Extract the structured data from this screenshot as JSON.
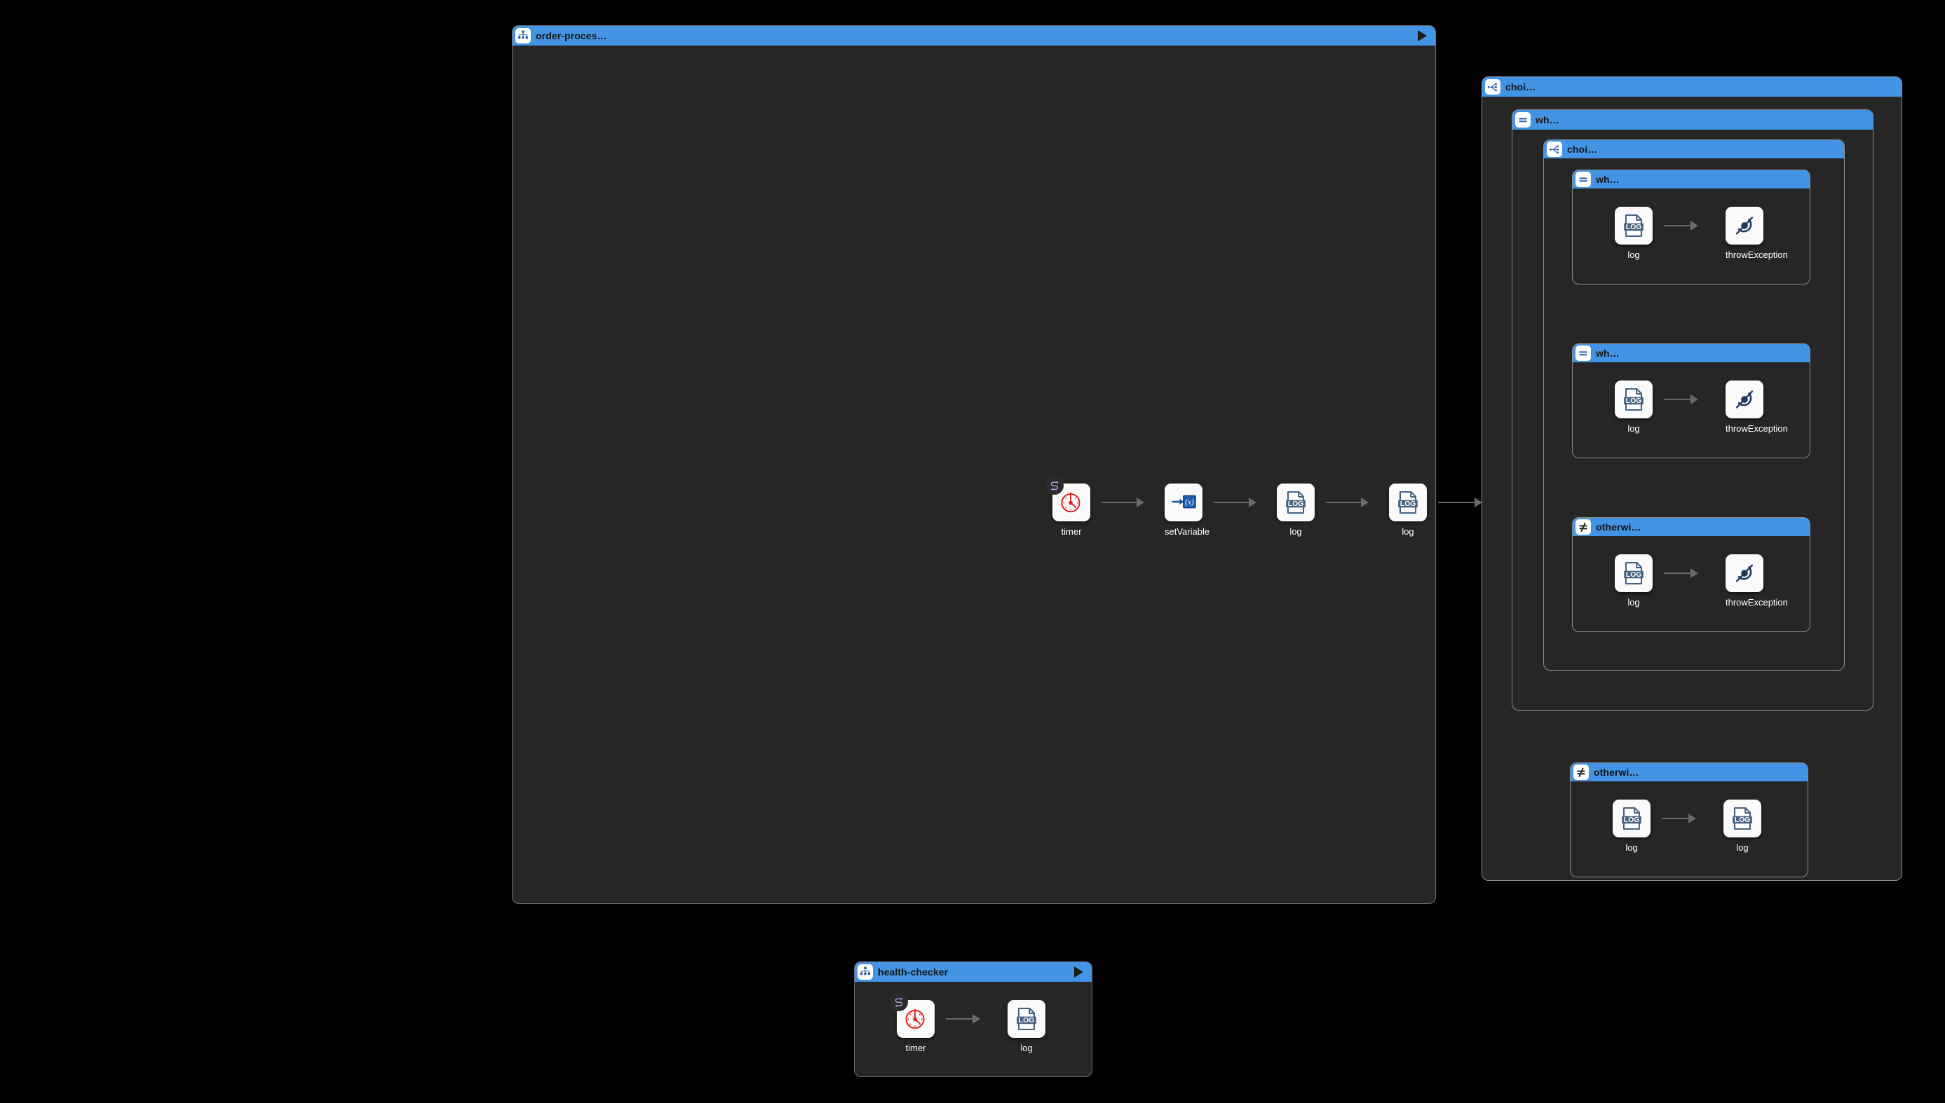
{
  "canvas": {
    "background": "#000000",
    "accent": "#4394e4",
    "node_surface": "#fafafa",
    "panel_surface": "#262626",
    "panel_border": "#8c8c8c",
    "connector": "#6a6a6a",
    "label_color": "#ffffff"
  },
  "routes": [
    {
      "id": "order-processing",
      "title": "order-proces…",
      "icon": "route-icon",
      "run_button": "play-icon",
      "steps": [
        {
          "id": "timer",
          "label": "timer",
          "icon": "timer-icon",
          "badge": "route-badge-icon"
        },
        {
          "id": "setvariable",
          "label": "setVariable",
          "icon": "set-variable-icon"
        },
        {
          "id": "log1",
          "label": "log",
          "icon": "log-icon"
        },
        {
          "id": "log2",
          "label": "log",
          "icon": "log-icon"
        }
      ],
      "choice": {
        "id": "choice-outer",
        "title": "choi…",
        "icon": "choice-icon",
        "branches": [
          {
            "id": "when-outer",
            "title": "wh…",
            "icon": "when-icon",
            "choice": {
              "id": "choice-inner",
              "title": "choi…",
              "icon": "choice-icon",
              "branches": [
                {
                  "id": "when-inner-1",
                  "title": "wh…",
                  "icon": "when-icon",
                  "steps": [
                    {
                      "id": "log",
                      "label": "log",
                      "icon": "log-icon"
                    },
                    {
                      "id": "throw",
                      "label": "throwException",
                      "icon": "throw-exception-icon"
                    }
                  ]
                },
                {
                  "id": "when-inner-2",
                  "title": "wh…",
                  "icon": "when-icon",
                  "steps": [
                    {
                      "id": "log",
                      "label": "log",
                      "icon": "log-icon"
                    },
                    {
                      "id": "throw",
                      "label": "throwException",
                      "icon": "throw-exception-icon"
                    }
                  ]
                },
                {
                  "id": "otherwise-inner",
                  "title": "otherwi…",
                  "icon": "otherwise-icon",
                  "steps": [
                    {
                      "id": "log",
                      "label": "log",
                      "icon": "log-icon"
                    },
                    {
                      "id": "throw",
                      "label": "throwException",
                      "icon": "throw-exception-icon"
                    }
                  ]
                }
              ]
            }
          },
          {
            "id": "otherwise-outer",
            "title": "otherwi…",
            "icon": "otherwise-icon",
            "steps": [
              {
                "id": "log1",
                "label": "log",
                "icon": "log-icon"
              },
              {
                "id": "log2",
                "label": "log",
                "icon": "log-icon"
              }
            ]
          }
        ]
      }
    },
    {
      "id": "health-checker",
      "title": "health-checker",
      "icon": "route-icon",
      "run_button": "play-icon",
      "steps": [
        {
          "id": "timer",
          "label": "timer",
          "icon": "timer-icon",
          "badge": "route-badge-icon"
        },
        {
          "id": "log",
          "label": "log",
          "icon": "log-icon"
        }
      ]
    }
  ]
}
